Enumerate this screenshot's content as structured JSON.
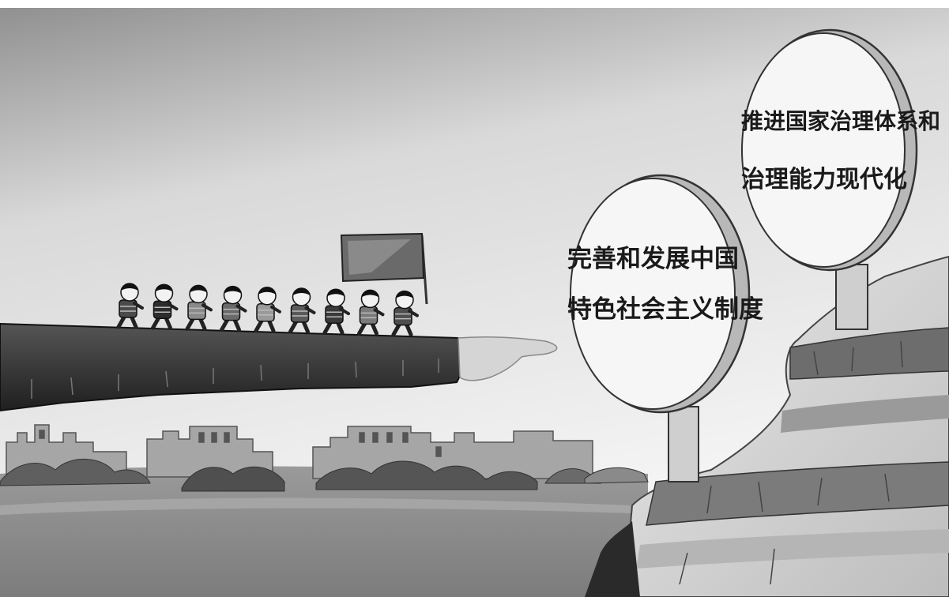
{
  "scene": {
    "description_free": true,
    "palette": {
      "sky_top": "#9a9a9a",
      "sky_bottom": "#f4f4f4",
      "cliff_dark": "#3a3a3a",
      "ground": "#8f8f8f",
      "wall": "#a8a8a8",
      "bush": "#5e5e5e",
      "mountain_light": "#d8d8d8",
      "mountain_band": "#6f6f6f",
      "sign_face": "#f6f6f6",
      "flag": "#6a6a6a"
    }
  },
  "signs": {
    "lower": {
      "line1": "完善和发展中国",
      "line2": "特色社会主义制度"
    },
    "upper": {
      "line1": "推进国家治理体系和",
      "line2": "治理能力现代化"
    }
  },
  "marchers": {
    "count": 9
  }
}
